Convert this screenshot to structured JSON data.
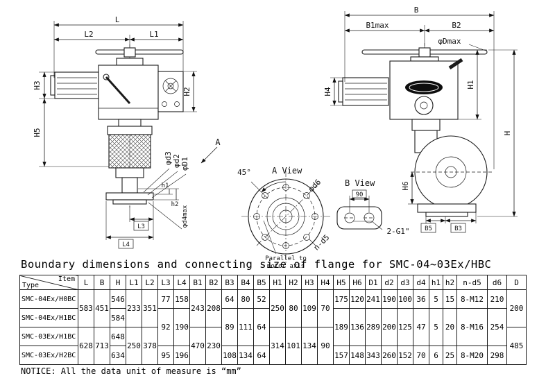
{
  "title": "Boundary dimensions and connecting size of flange for SMC-04~03Ex/HBC",
  "notice": "NOTICE: All the data unit of measure is “mm”",
  "drawing": {
    "front_view": {
      "L": "L",
      "L2": "L2",
      "L1": "L1",
      "H3": "H3",
      "H5": "H5",
      "H2": "H2",
      "d3": "φd3",
      "d2": "φd2",
      "D1": "φD1",
      "h1": "h1",
      "h2": "h2",
      "d4max": "φd4max",
      "L3": "L3",
      "L4": "L4",
      "A": "A"
    },
    "side_view": {
      "B": "B",
      "B1max": "B1max",
      "B2": "B2",
      "Dmax": "φDmax",
      "H1": "H1",
      "H4": "H4",
      "H": "H",
      "H6": "H6",
      "B5": "B5",
      "B3": "B3"
    },
    "a_view": {
      "title": "A View",
      "angle": "45°",
      "d6": "φd6",
      "nd5": "n-d5",
      "note1": "Parallel to",
      "note2": "motor axis"
    },
    "b_view": {
      "title": "B View",
      "dim90": "90",
      "g1": "2-G1\""
    }
  },
  "table": {
    "corner_item": "Item",
    "corner_type": "Type",
    "headers": [
      "L",
      "B",
      "H",
      "L1",
      "L2",
      "L3",
      "L4",
      "B1",
      "B2",
      "B3",
      "B4",
      "B5",
      "H1",
      "H2",
      "H3",
      "H4",
      "H5",
      "H6",
      "D1",
      "d2",
      "d3",
      "d4",
      "h1",
      "h2",
      "n-d5",
      "d6",
      "D"
    ],
    "r1": {
      "type": "SMC-04Ex/H0BC",
      "L": "583",
      "B": "451",
      "H": "546",
      "L1": "233",
      "L2": "351",
      "L3": "77",
      "L4": "158",
      "B1": "243",
      "B2": "208",
      "B3": "64",
      "B4": "80",
      "B5": "52",
      "H1": "250",
      "H2": "80",
      "H3": "109",
      "H4": "70",
      "H5": "175",
      "H6": "120",
      "D1": "241",
      "d2": "190",
      "d3": "100",
      "d4": "36",
      "h1": "5",
      "h2": "15",
      "nd5": "8-M12",
      "d6": "210",
      "D": "200"
    },
    "r2": {
      "type": "SMC-04Ex/H1BC",
      "H": "584",
      "L3": "92",
      "L4": "190",
      "B3": "89",
      "B4": "111",
      "B5": "64",
      "H5": "189",
      "H6": "136",
      "D1": "289",
      "d2": "200",
      "d3": "125",
      "d4": "47",
      "h1": "5",
      "h2": "20",
      "nd5": "8-M16",
      "d6": "254"
    },
    "r3": {
      "type": "SMC-03Ex/H1BC",
      "L": "628",
      "B": "713",
      "H": "648",
      "L1": "250",
      "L2": "378",
      "B1": "470",
      "B2": "230",
      "H1": "314",
      "H2": "101",
      "H3": "134",
      "H4": "90",
      "D": "485"
    },
    "r4": {
      "type": "SMC-03Ex/H2BC",
      "H": "634",
      "L3": "95",
      "L4": "196",
      "B3": "108",
      "B4": "134",
      "B5": "64",
      "H5": "157",
      "H6": "148",
      "D1": "343",
      "d2": "260",
      "d3": "152",
      "d4": "70",
      "h1": "6",
      "h2": "25",
      "nd5": "8-M20",
      "d6": "298"
    }
  }
}
